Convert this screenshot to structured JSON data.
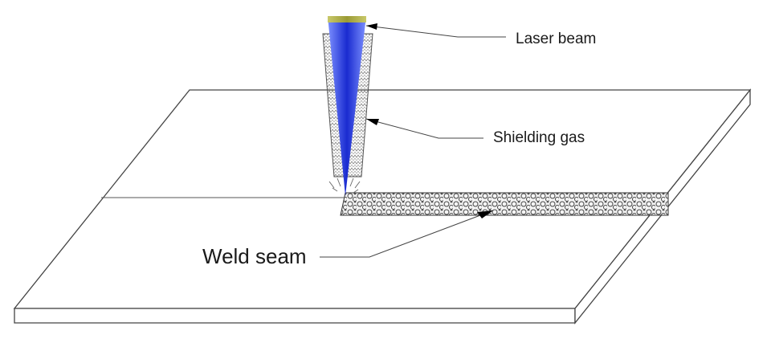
{
  "labels": {
    "laser_beam": "Laser beam",
    "shielding_gas": "Shielding gas",
    "weld_seam": "Weld seam"
  },
  "colors": {
    "beam_core": "#1c2fd6",
    "beam_edge": "#6f86ff",
    "nozzle_rim": "#b8b84a",
    "outline": "#555555"
  }
}
